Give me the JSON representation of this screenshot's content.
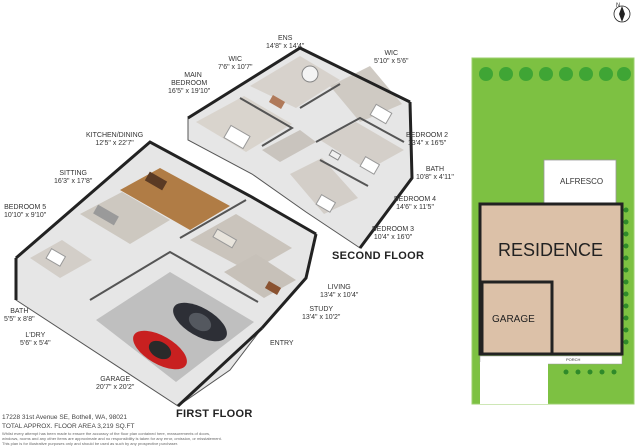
{
  "floors": {
    "second": "SECOND FLOOR",
    "first": "FIRST FLOOR"
  },
  "rooms": {
    "ens": {
      "name": "ENS",
      "dim": "14'8\" x 14'4\""
    },
    "wic1": {
      "name": "WIC",
      "dim": "7'6\" x 10'7\""
    },
    "wic2": {
      "name": "WIC",
      "dim": "5'10\" x 5'6\""
    },
    "main_bedroom": {
      "name": "MAIN\nBEDROOM",
      "dim": "16'5\" x 19'10\""
    },
    "kitchen": {
      "name": "KITCHEN/DINING",
      "dim": "12'5\" x 22'7\""
    },
    "bedroom2": {
      "name": "BEDROOM 2",
      "dim": "13'4\" x 16'5\""
    },
    "sitting": {
      "name": "SITTING",
      "dim": "16'3\" x 17'8\""
    },
    "bath_up": {
      "name": "BATH",
      "dim": "10'8\" x 4'11\""
    },
    "bedroom4": {
      "name": "BEDROOM 4",
      "dim": "14'6\" x 11'5\""
    },
    "bedroom5": {
      "name": "BEDROOM 5",
      "dim": "10'10\" x 9'10\""
    },
    "bedroom3": {
      "name": "BEDROOM 3",
      "dim": "10'4\" x 16'0\""
    },
    "living": {
      "name": "LIVING",
      "dim": "13'4\" x 10'4\""
    },
    "study": {
      "name": "STUDY",
      "dim": "13'4\" x 10'2\""
    },
    "bath_down": {
      "name": "BATH",
      "dim": "5'5\" x 8'8\""
    },
    "laundry": {
      "name": "L'DRY",
      "dim": "5'6\" x 5'4\""
    },
    "entry": {
      "name": "ENTRY",
      "dim": ""
    },
    "garage": {
      "name": "GARAGE",
      "dim": "20'7\" x 20'2\""
    }
  },
  "site_plan": {
    "alfresco": "ALFRESCO",
    "residence": "RESIDENCE",
    "garage": "GARAGE",
    "porch": "PORCH",
    "compass": "N",
    "colors": {
      "lawn": "#7dc142",
      "building": "#dcc1a8",
      "outline": "#222222",
      "tree": "#3fa535"
    }
  },
  "footer": {
    "address": "17228 31st Avenue SE, Bothell, WA, 98021",
    "area": "TOTAL APPROX. FLOOR AREA 3,219 SQ.FT",
    "disclaimer": [
      "Whilst every attempt has been made to ensure the accuracy of the floor plan contained here, measurements of doors,",
      "windows, rooms and any other items are approximate and no responsibility is taken for any error, omission, or misstatement.",
      "This plan is for illustrative purposes only and should be used as such by any prospective purchaser."
    ]
  }
}
